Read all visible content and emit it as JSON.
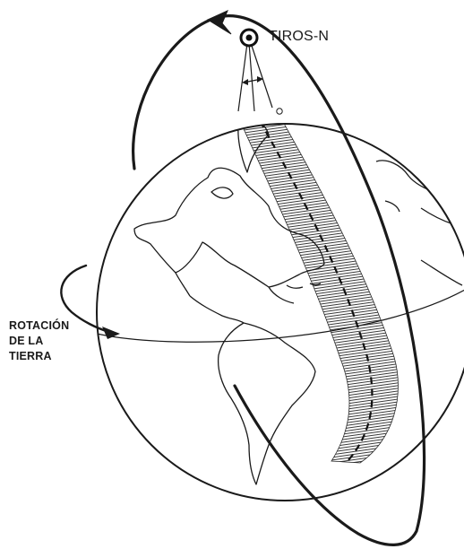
{
  "diagram": {
    "satellite_label": "TIROS-N",
    "rotation_label": [
      "ROTACIÓN",
      "DE LA",
      "TIERRA"
    ]
  },
  "colors": {
    "ink": "#1a1a1a",
    "background": "#ffffff",
    "swath_hatch": "#3a3a3a"
  },
  "icons": {
    "satellite": "satellite-icon",
    "rotation_arrow": "curved-arrow-icon",
    "orbit_direction": "arrowhead-icon"
  }
}
